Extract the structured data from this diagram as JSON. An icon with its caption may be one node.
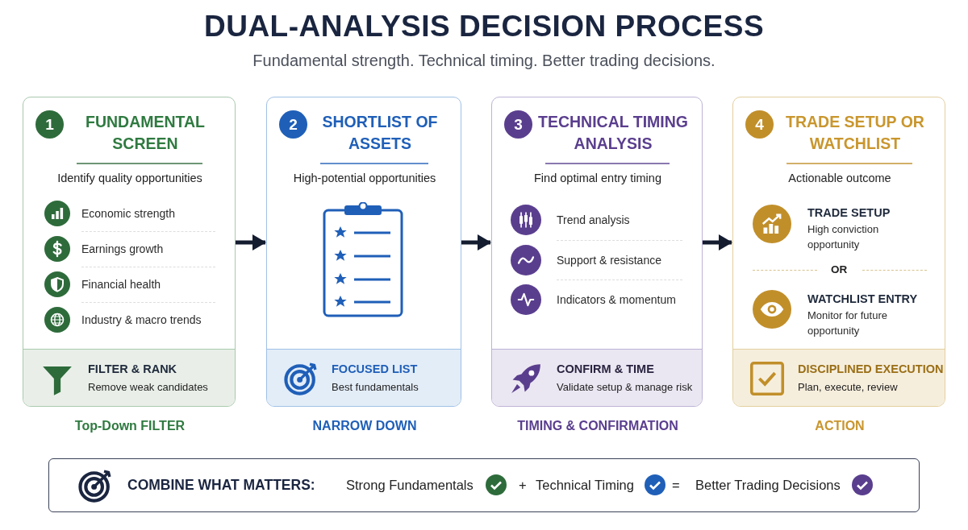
{
  "diagram": {
    "title": "DUAL-ANALYSIS DECISION PROCESS",
    "nodes": [
      {
        "text": [
          "FUNDAMENTAL SCREEN",
          "Identify quality opportunities",
          "Economic strength",
          "Earnings growth",
          "Financial health",
          "Industry & macro trends"
        ],
        "beside": [
          "Top-Down FILTER"
        ]
      },
      {
        "text": [
          "1"
        ],
        "in": 0
      },
      {
        "text": [
          "FILTER & RANK",
          "Remove weak candidates"
        ],
        "in": 0
      },
      {
        "text": [
          "SHORTLIST OF ASSETS",
          "High-potential opportunities"
        ],
        "beside": [
          "NARROW DOWN"
        ]
      },
      {
        "text": [
          "2"
        ],
        "in": 3
      },
      {
        "text": [
          "FOCUSED LIST",
          "Best fundamentals"
        ],
        "in": 3
      },
      {
        "text": [
          "TECHNICAL TIMING ANALYSIS",
          "Find optimal entry timing",
          "Trend analysis",
          "Support & resistance",
          "Indicators & momentum"
        ],
        "beside": [
          "TIMING & CONFIRMATION"
        ]
      },
      {
        "text": [
          "3"
        ],
        "in": 6
      },
      {
        "text": [
          "CONFIRM & TIME",
          "Validate setup & manage risk"
        ],
        "in": 6
      },
      {
        "text": [
          "TRADE SETUP OR WATCHLIST",
          "Actionable outcome",
          "TRADE SETUP",
          "High conviction opportunity",
          "OR",
          "WATCHLIST ENTRY",
          "Monitor for future opportunity"
        ],
        "beside": [
          "ACTION"
        ]
      },
      {
        "text": [
          "4"
        ],
        "in": 9
      },
      {
        "text": [
          "DISCIPLINED EXECUTION",
          "Plan, execute, review"
        ],
        "in": 9
      },
      {
        "text": [
          "COMBINE WHAT MATTERS:",
          "Strong Fundamentals",
          "+",
          "Technical Timing",
          "=",
          "Better Trading Decisions"
        ]
      }
    ],
    "edges": [
      {
        "from": 0,
        "to": 3,
        "arrow": "to"
      },
      {
        "from": 3,
        "to": 6,
        "arrow": "to"
      },
      {
        "from": 6,
        "to": 9,
        "arrow": "to"
      }
    ],
    "labels": [
      "Fundamental strength. Technical timing. Better trading decisions."
    ]
  }
}
